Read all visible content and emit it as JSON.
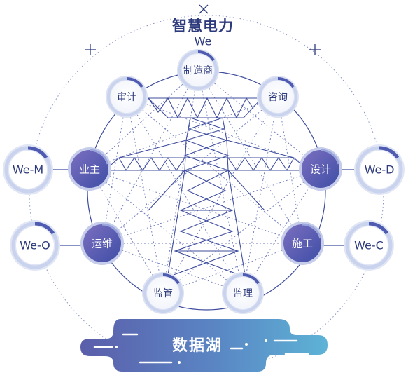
{
  "header": {
    "title": "智慧电力",
    "subtitle": "We"
  },
  "nodes": {
    "manufacturer": "制造商",
    "audit": "审计",
    "consult": "咨询",
    "owner": "业主",
    "design": "设计",
    "operation": "运维",
    "construction": "施工",
    "regulation": "监管",
    "supervision": "监理"
  },
  "outer_nodes": {
    "we_m": "We-M",
    "we_d": "We-D",
    "we_o": "We-O",
    "we_c": "We-C"
  },
  "data_lake": {
    "label": "数据湖"
  },
  "colors": {
    "navy": "#2d3a7c",
    "line": "#4a5aa8",
    "ring_light": "#c9d3ee",
    "ring_accent": "#4e5bb0",
    "lake_start": "#5b5eaa",
    "lake_end": "#5db3d6"
  },
  "icons": {
    "corner_marks": "plus-icon",
    "top_mark": "close-icon"
  }
}
